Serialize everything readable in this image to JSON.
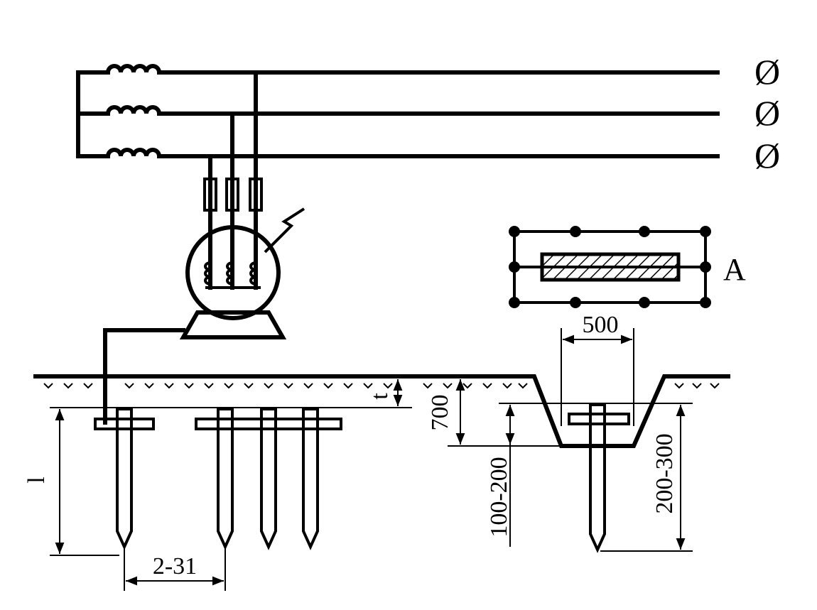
{
  "labels": {
    "phase_symbol": "Ø",
    "plan_view": "A",
    "dim_trench_width": "500",
    "dim_depth_t": "t",
    "dim_trench_depth": "700",
    "dim_electrode_length": "l",
    "dim_electrode_spacing": "2-31",
    "dim_top_below_bottom": "100-200",
    "dim_embed": "200-300"
  }
}
